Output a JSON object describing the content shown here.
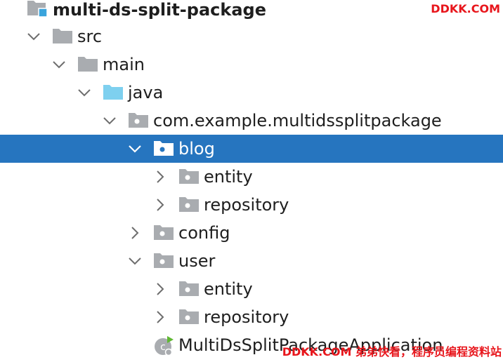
{
  "project": {
    "name": "multi-ds-split-package",
    "src": "src",
    "main": "main",
    "java": "java",
    "package": "com.example.multidssplitpackage",
    "blog": {
      "label": "blog",
      "entity": "entity",
      "repository": "repository"
    },
    "config": "config",
    "user": {
      "label": "user",
      "entity": "entity",
      "repository": "repository"
    },
    "application_class": "MultiDsSplitPackageApplication"
  },
  "watermark": {
    "top": "DDKK.COM",
    "bottom": "DDKK.COM 弟弟快看，程序员编程资料站"
  },
  "colors": {
    "selection": "#2675bf",
    "folder_grey": "#a9acb0",
    "source_folder_blue": "#7ed0ef",
    "module_badge": "#3aa4dc",
    "run_green": "#5fb832",
    "watermark_red": "#e8161c"
  }
}
